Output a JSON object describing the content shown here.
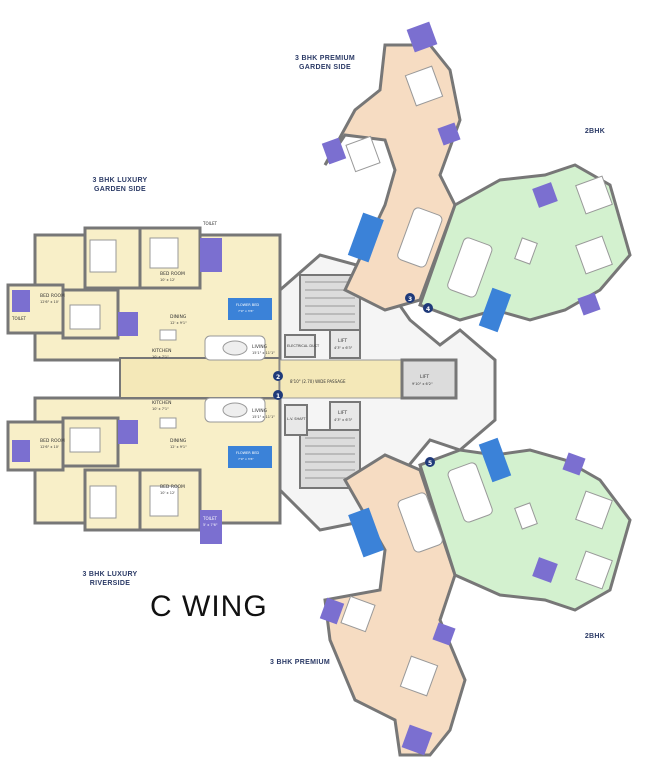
{
  "title": "C WING",
  "units": {
    "luxury_garden": "3 BHK LUXURY\nGARDEN SIDE",
    "luxury_river": "3 BHK LUXURY\nRIVERSIDE",
    "premium_garden": "3 BHK PREMIUM\nGARDEN SIDE",
    "premium": "3 BHK PREMIUM",
    "twobhk_top": "2BHK",
    "twobhk_bottom": "2BHK"
  },
  "rooms": {
    "toilet": "TOILET",
    "bedroom": "BED ROOM",
    "kitchen": "KITCHEN",
    "dining": "DINING",
    "living": "LIVING",
    "flower_bed": "FLOWER BED",
    "passage": "8'10\" (2.70) WIDE PASSAGE",
    "electrical": "ELECTRICAL DUCT",
    "lift": "LIFT",
    "lv_shaft": "L.V. SHAFT",
    "dims": {
      "toilet_l1": "5' x 7'6\"",
      "bed_l1": "10' x 12'",
      "bed_l2": "12'6\" x 10'",
      "kitchen_l": "10' x 7'1\"",
      "dining_l": "12' x 9'1\"",
      "living_l": "15'1\" x 11'1\"",
      "flower_l": "7'9\" x 3'6\"",
      "lift_a": "4'3\" x 6'3\"",
      "lift_b": "9'10\" x 6'2\""
    }
  },
  "markers": [
    "1",
    "2",
    "3",
    "4",
    "5"
  ],
  "colors": {
    "yellow": "#f8efc8",
    "peach": "#f6dcc2",
    "green": "#d3f1cf",
    "purple": "#7b6fd0",
    "blue": "#3b82d8",
    "wall": "#777777",
    "core": "#dcdcdc"
  }
}
